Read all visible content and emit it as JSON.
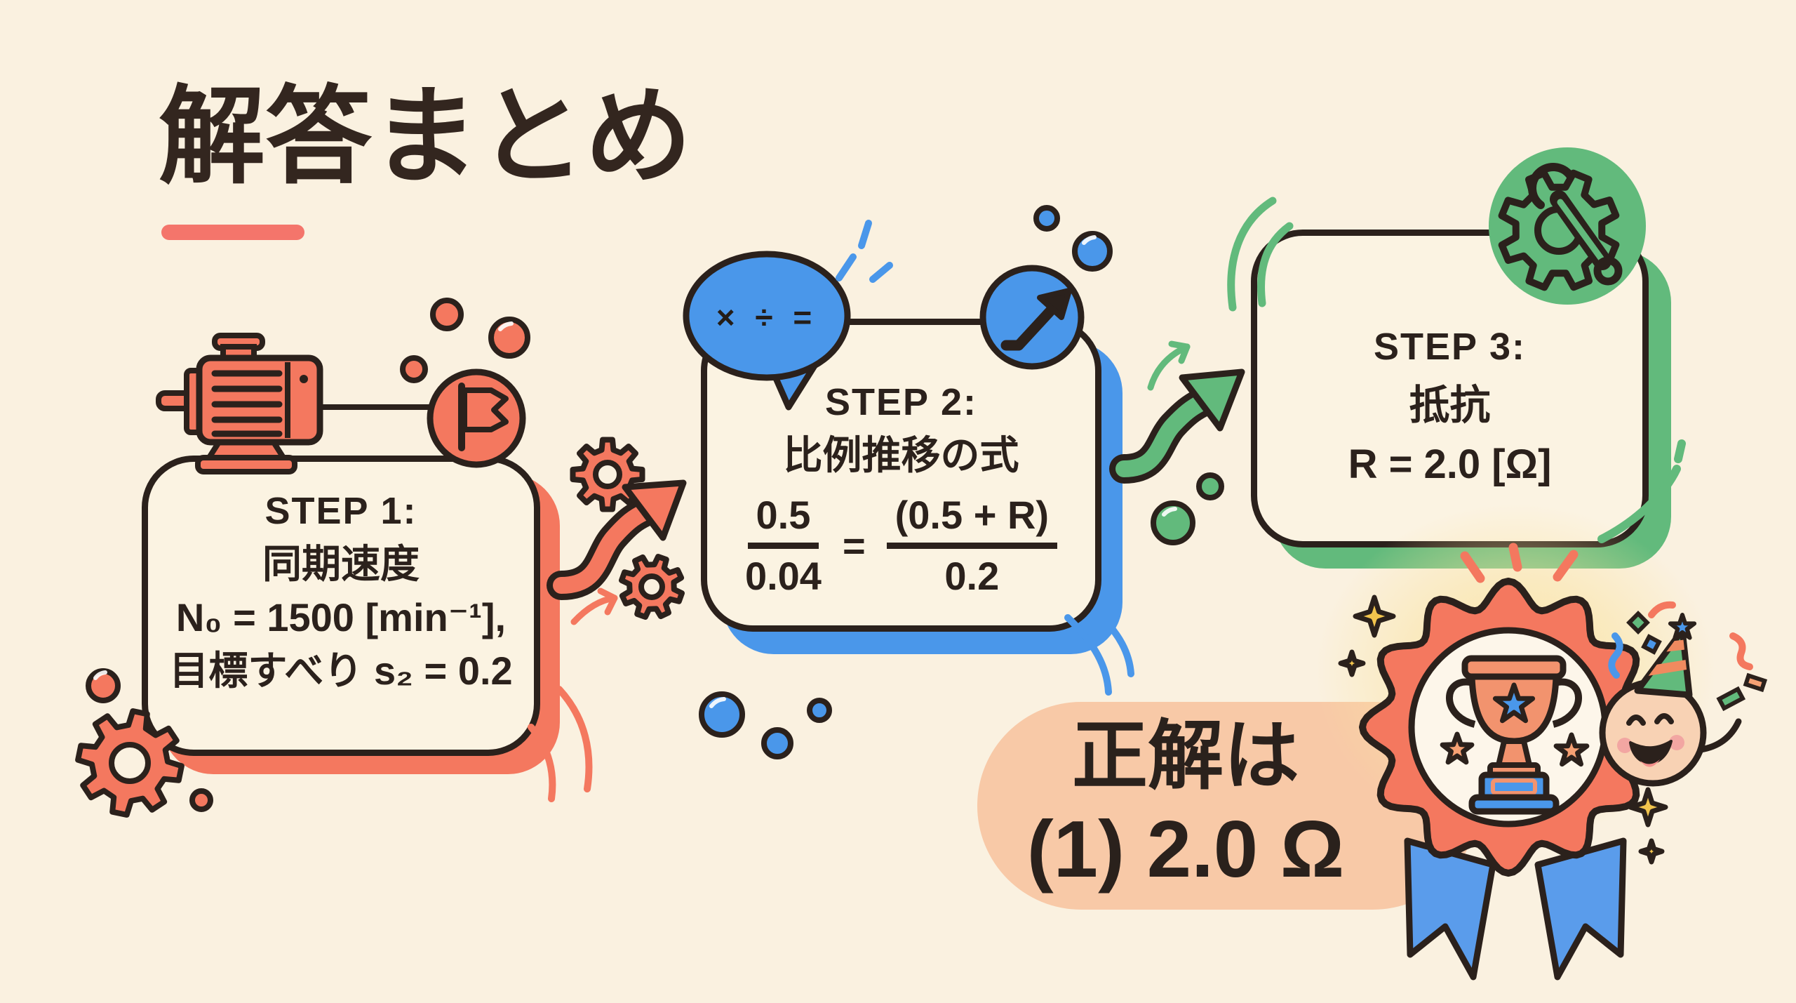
{
  "title": "解答まとめ",
  "steps": [
    {
      "label": "STEP 1:",
      "lines": [
        "同期速度",
        "N₀ = 1500 [min⁻¹],",
        "目標すべり s₂ = 0.2"
      ],
      "icons": [
        "motor-icon",
        "flag-icon",
        "gear-icon"
      ]
    },
    {
      "label": "STEP 2:",
      "lines": [
        "比例推移の式"
      ],
      "bubble_text": "× ÷ =",
      "equation": {
        "num1": "0.5",
        "den1": "0.04",
        "sign": "=",
        "num2": "(0.5 + R)",
        "den2": "0.2"
      },
      "icons": [
        "speech-bubble-icon",
        "arrow-up-right-icon"
      ]
    },
    {
      "label": "STEP 3:",
      "lines": [
        "抵抗",
        "R = 2.0 [Ω]"
      ],
      "icons": [
        "gear-wrench-icon"
      ]
    }
  ],
  "answer": {
    "line1": "正解は",
    "line2": "(1) 2.0 Ω"
  },
  "decor_icons": [
    "curved-arrow-icon",
    "trophy-icon",
    "award-ribbon-icon",
    "party-face-icon",
    "sparkle-icon",
    "confetti-icon"
  ],
  "colors": {
    "background": "#faf1e0",
    "card": "#fbf3e2",
    "outline": "#2b211c",
    "salmon": "#f4785f",
    "blue": "#4a97ea",
    "green": "#62ba7c",
    "pill_peach": "#f8c9a7",
    "trophy_orange": "#f2936e",
    "sparkle_yellow": "#f2c44d"
  }
}
